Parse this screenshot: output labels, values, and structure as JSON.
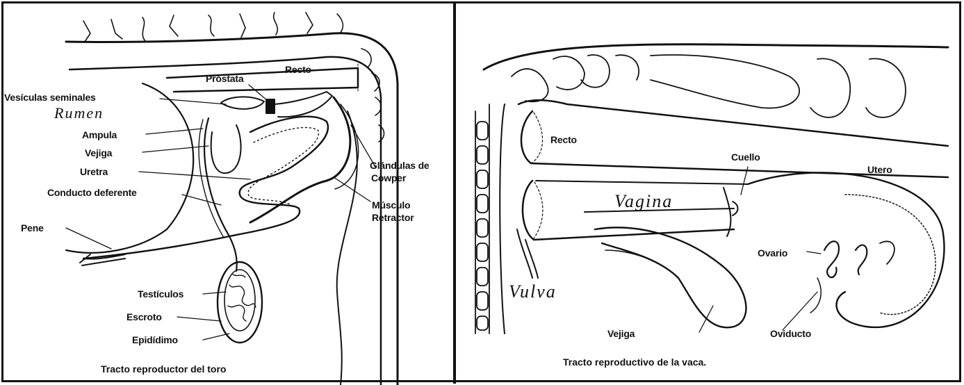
{
  "bull_panel": {
    "caption": "Tracto reproductor del toro",
    "labels": {
      "prostata": "Próstata",
      "recto": "Recto",
      "vesiculas": "Vesículas seminales",
      "rumen": "Rumen",
      "ampula": "Ampula",
      "vejiga": "Vejiga",
      "uretra": "Uretra",
      "conducto": "Conducto deferente",
      "pene": "Pene",
      "glandulas_1": "Glándulas de",
      "glandulas_2": "Cowper",
      "musculo_1": "Músculo",
      "musculo_2": "Retractor",
      "testiculos": "Testículos",
      "escroto": "Escroto",
      "epididimo": "Epidídimo"
    }
  },
  "cow_panel": {
    "caption": "Tracto reproductivo de la vaca.",
    "labels": {
      "recto": "Recto",
      "cuello": "Cuello",
      "utero": "Utero",
      "vagina": "Vagina",
      "ovario": "Ovario",
      "vulva": "Vulva",
      "vejiga": "Vejiga",
      "oviducto": "Oviducto"
    }
  },
  "colors": {
    "ink": "#111111",
    "paper": "#ffffff"
  }
}
